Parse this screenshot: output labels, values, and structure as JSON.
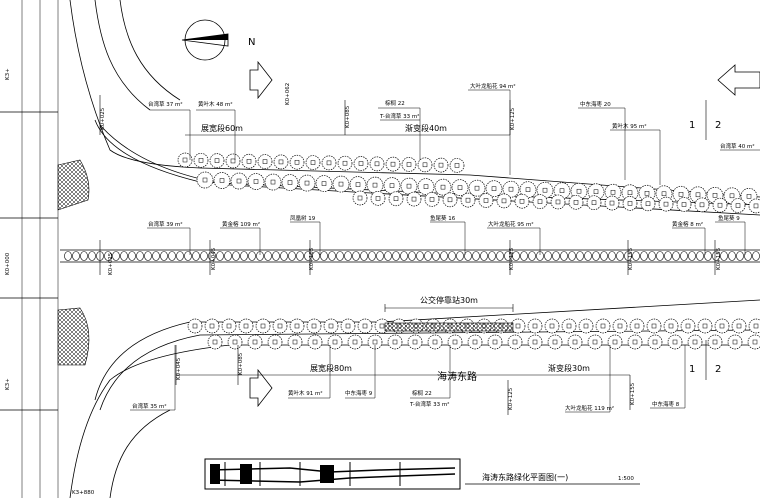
{
  "drawing": {
    "title": "海涛东路绿化平面图(一)",
    "scale": "1:500",
    "road_name": "海涛东路",
    "north_label": "N",
    "section_marks": [
      "1",
      "2",
      "1",
      "2"
    ]
  },
  "stations": {
    "k0_000": "K0+000",
    "k0_025": "K0+025",
    "k0_025b": "K0+025",
    "k0_045": "K0+045",
    "k0_062": "K0+062",
    "k0_085": "K0+085",
    "k0_105": "K0+105",
    "k0_125_top": "K0+125",
    "k0_125_bot": "K0+125",
    "k0_155": "K0+155",
    "k0_085b": "K0+085",
    "k3_left_top": "K3+",
    "k3_left_bot": "K3+",
    "k3_bottom": "K3+880"
  },
  "segments": {
    "top_zhankuan": "展宽段60m",
    "top_jianbian": "渐变段40m",
    "bus_stop": "公交停靠站30m",
    "bot_zhankuan": "展宽段80m",
    "bot_jianbian": "渐变段30m"
  },
  "labels": {
    "top_taiwan_37": "台湾草 37 m²",
    "top_huanye_48": "黄叶木 48 m²",
    "top_zongyang_22": "棕榈 22",
    "top_taiwan_33": "T-台湾草 33 m²",
    "top_dayehuang_94": "大叶龙船花 94 m²",
    "top_zhongdong_20": "中东海枣 20",
    "top_huanye_95": "黄叶木 95 m²",
    "top_taiwan_40": "台湾草 40 m²",
    "top_right_9": "9",
    "mid_taiwan_39": "台湾草 39 m²",
    "mid_huangjin_109": "黄金榕 109 m²",
    "mid_fengye_19": "凤凰树 19",
    "mid_maolu_16": "鱼尾葵 16",
    "mid_dayehong_95": "大叶龙船花 95 m²",
    "mid_huangjin_8": "黄金榕 8 m²",
    "mid_yu_9": "鱼尾葵 9",
    "bot_huangye_91": "黄叶木 91 m²",
    "bot_zhongdong_9": "中东海枣 9",
    "bot_zongyang_22": "棕榈 22",
    "bot_taiwan_33": "T-台湾草 33 m²",
    "bot_taiwan_35": "台湾草 35 m²",
    "bot_dayehong_119": "大叶龙船花 119 m²",
    "bot_zhongdong_8": "中东海枣 8"
  }
}
